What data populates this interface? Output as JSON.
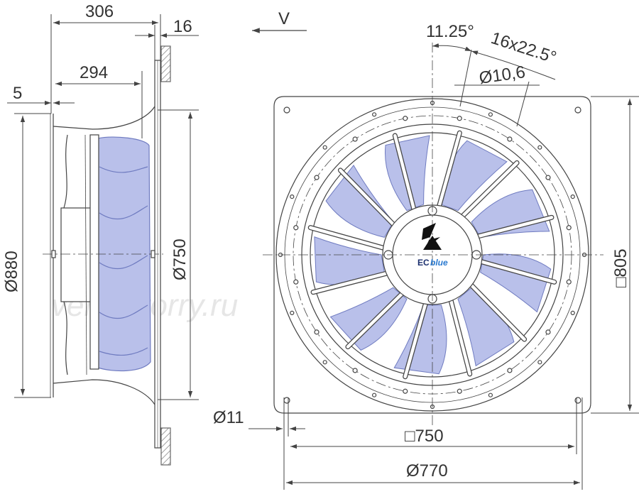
{
  "colors": {
    "line": "#444444",
    "blade": "#b9c0ea",
    "blade_edge": "#6f7bc0",
    "hatch": "#777777",
    "logo": "#1b2f6e"
  },
  "view_label": "V",
  "side_view": {
    "dims": {
      "overall_depth": "306",
      "flange_thickness": "16",
      "impeller_depth": "294",
      "offset": "5",
      "outer_dia": "Ø880",
      "inner_dia": "Ø750"
    }
  },
  "front_view": {
    "dims": {
      "angle_1": "11.25°",
      "angle_2": "16x22.5°",
      "hole_dia": "Ø10,6",
      "mount_hole": "Ø11",
      "height": "□805",
      "width": "□750",
      "bolt_circle": "Ø770"
    },
    "logo": {
      "prefix": "EC",
      "suffix": "blue",
      "icon": "ebm-logo-icon"
    }
  },
  "watermark": "ventilatorry.ru"
}
